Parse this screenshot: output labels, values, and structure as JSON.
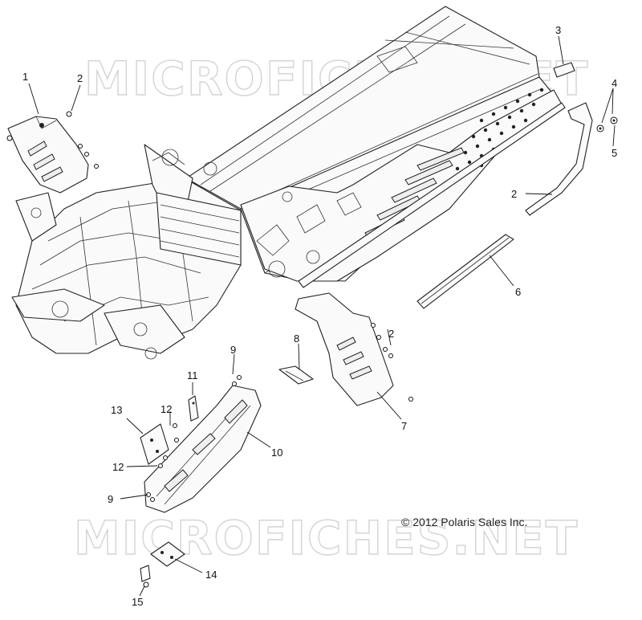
{
  "watermarks": {
    "top": "MICROFICHES.NET",
    "bottom": "MICROFICHES.NET"
  },
  "copyright": "© 2012 Polaris Sales Inc.",
  "callouts": {
    "c1": "1",
    "c2a": "2",
    "c2b": "2",
    "c2c": "2",
    "c3": "3",
    "c4": "4",
    "c5": "5",
    "c6": "6",
    "c7": "7",
    "c8": "8",
    "c9a": "9",
    "c9b": "9",
    "c10": "10",
    "c11": "11",
    "c12a": "12",
    "c12b": "12",
    "c13": "13",
    "c14": "14",
    "c15": "15"
  }
}
